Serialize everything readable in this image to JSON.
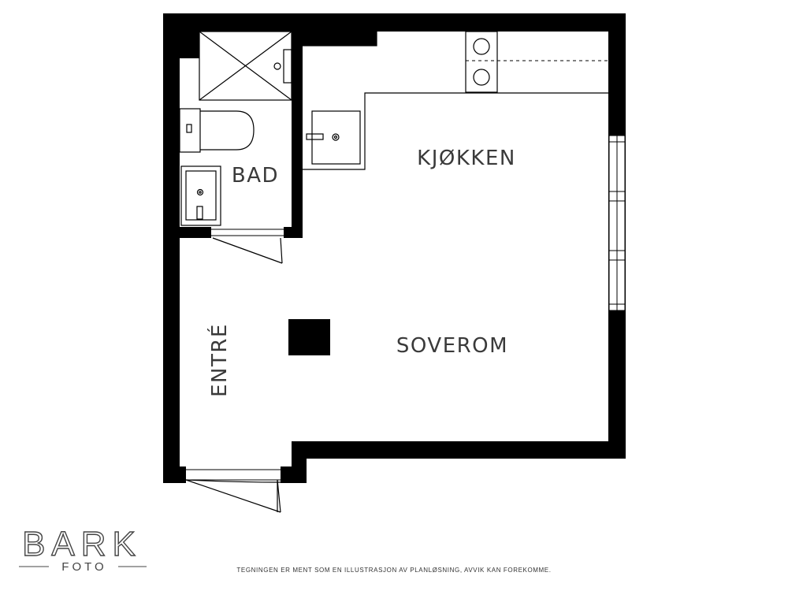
{
  "rooms": {
    "bad": "BAD",
    "kjokken": "KJØKKEN",
    "soverom": "SOVEROM",
    "entre": "ENTRÉ"
  },
  "logo": {
    "main": "BARK",
    "sub": "FOTO"
  },
  "disclaimer": "TEGNINGEN ER MENT SOM EN ILLUSTRASJON AV PLANLØSNING, AVVIK KAN FOREKOMME."
}
